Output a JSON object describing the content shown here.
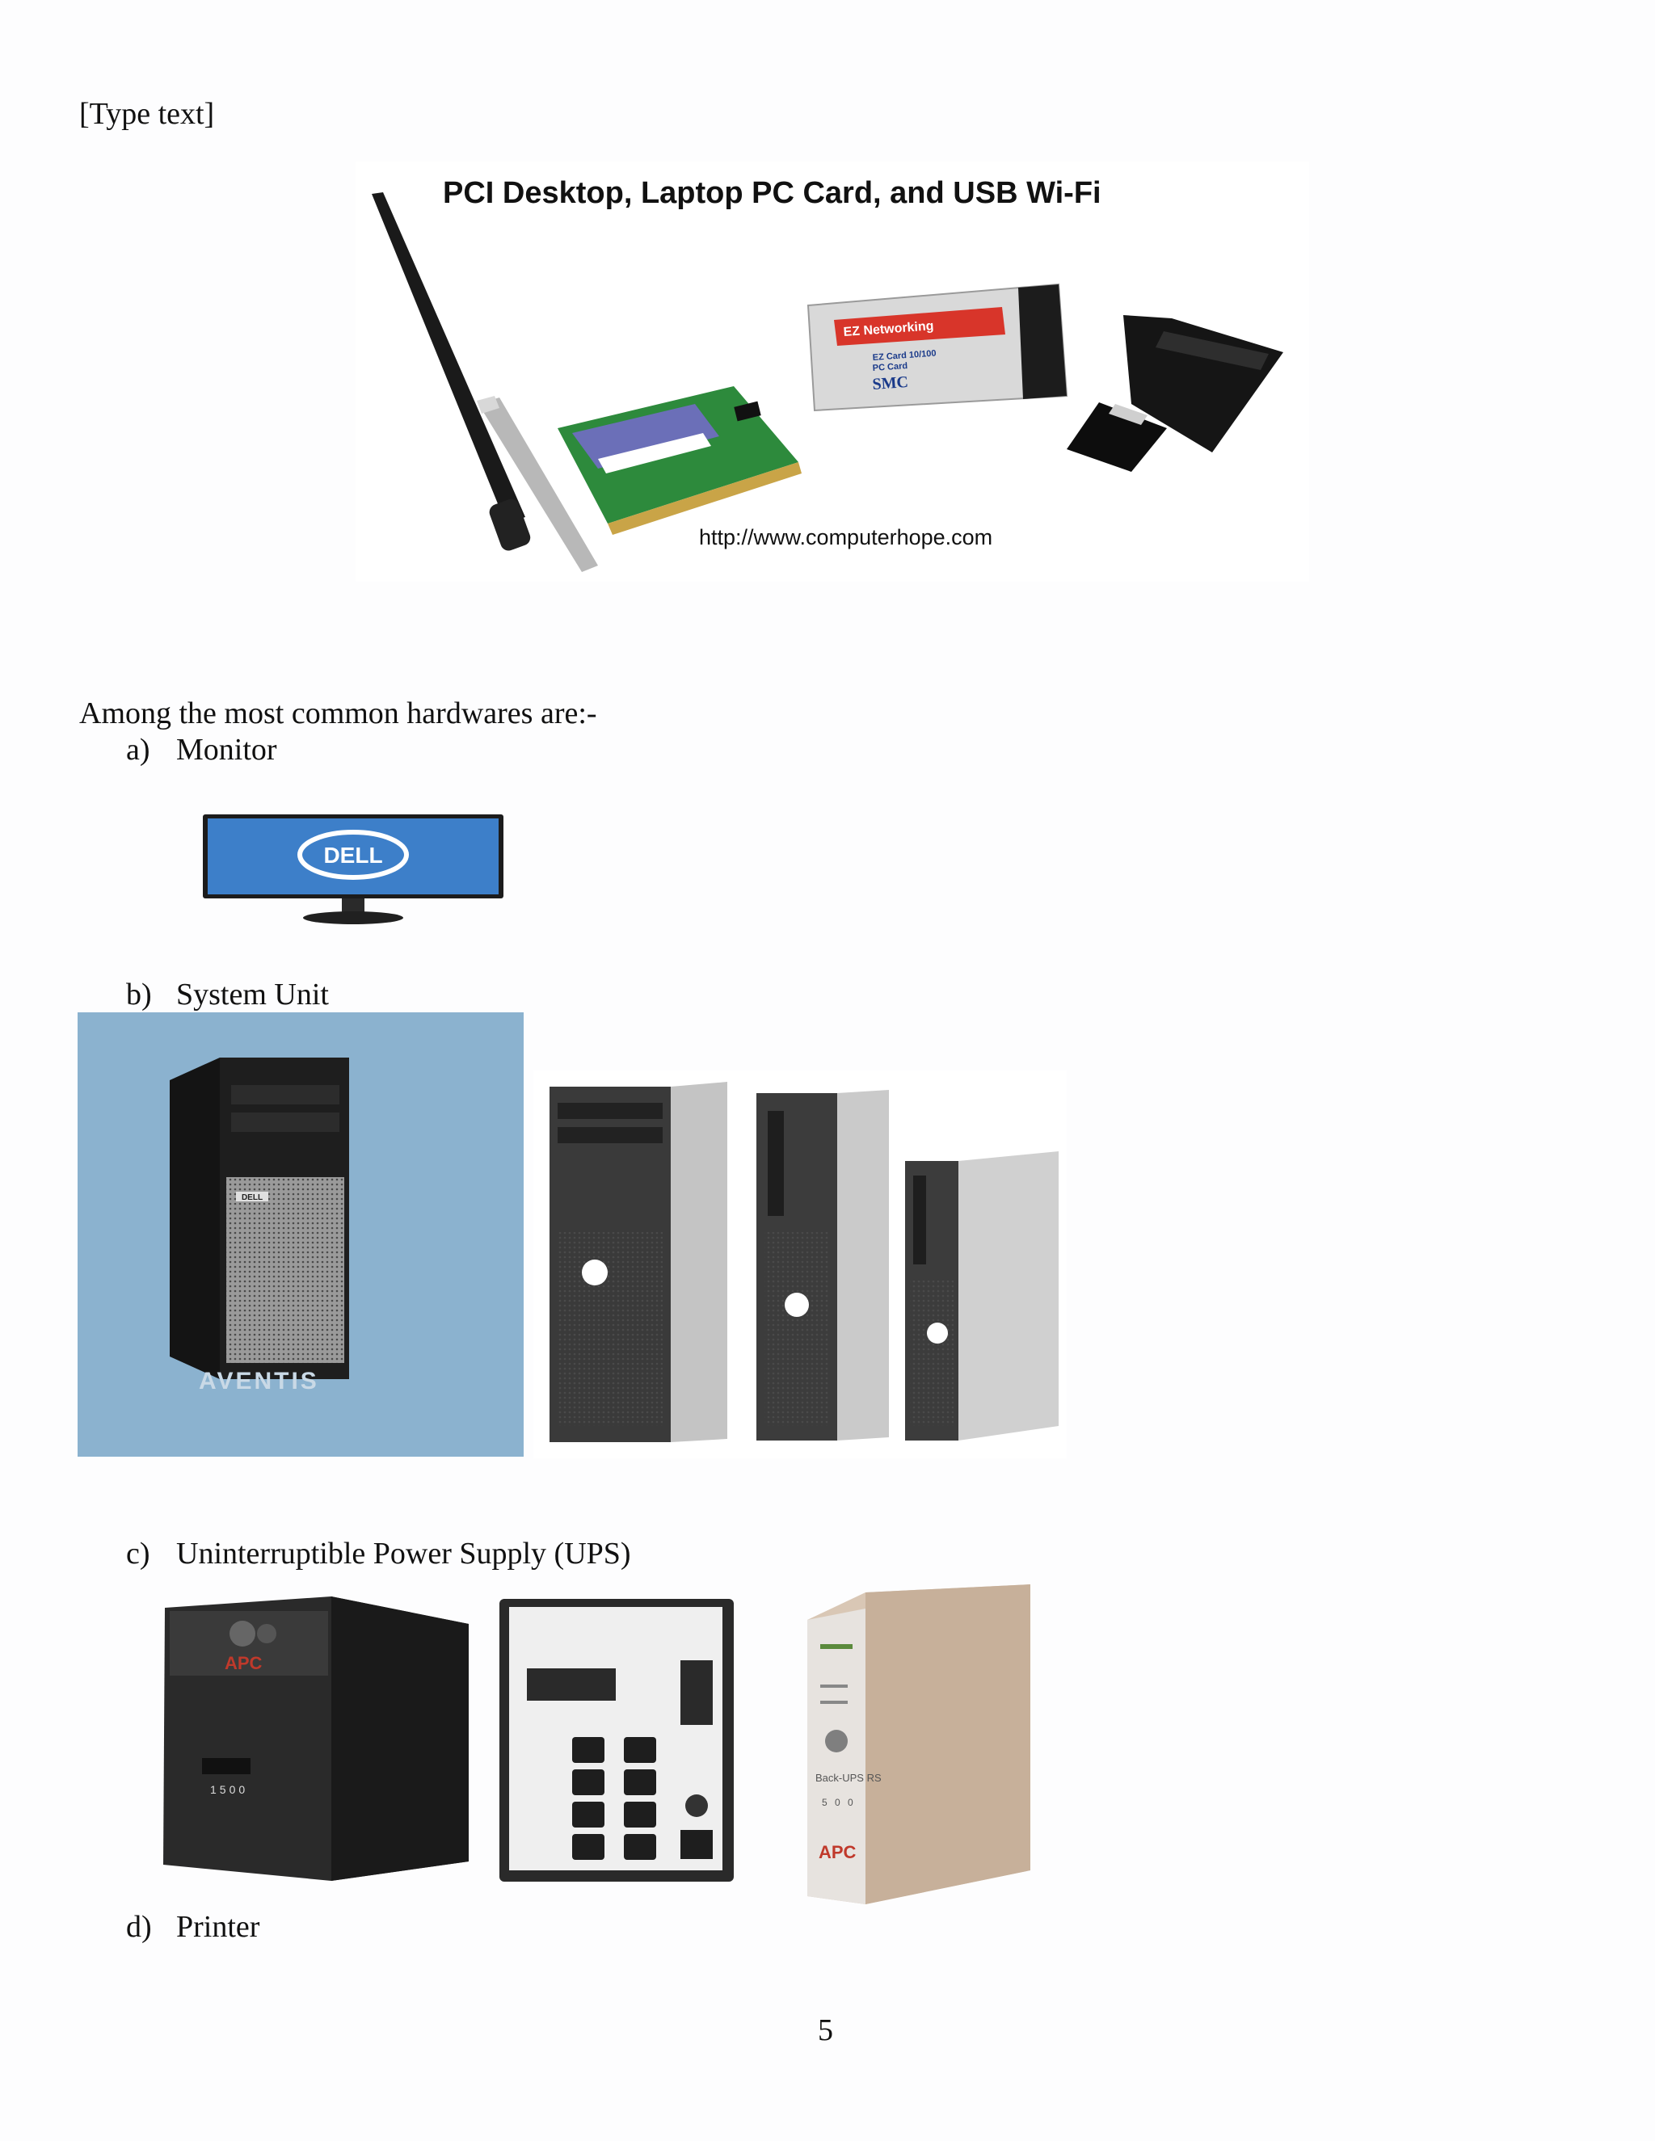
{
  "header": {
    "placeholder": "[Type text]"
  },
  "wifi_figure": {
    "title": "PCI Desktop, Laptop PC Card, and USB Wi-Fi",
    "url": "http://www.computerhope.com",
    "pc_card_brand_label": "EZ Networking",
    "pc_card_line1": "EZ Card 10/100",
    "pc_card_line2": "PC Card",
    "pc_card_maker": "SMC"
  },
  "intro": "Among the most common hardwares are:-",
  "items": [
    {
      "marker": "a)",
      "label": "Monitor"
    },
    {
      "marker": "b)",
      "label": "System Unit"
    },
    {
      "marker": "c)",
      "label": "Uninterruptible Power Supply (UPS)"
    },
    {
      "marker": "d)",
      "label": "Printer"
    }
  ],
  "monitor_figure": {
    "logo": "DELL"
  },
  "system_unit_figure": {
    "watermark": "AVENTIS",
    "badge": "DELL"
  },
  "ups_figure": {
    "logo": "APC",
    "model": "Back-UPS RS",
    "rating": "5 0 0",
    "front_model": "1500"
  },
  "page_number": "5"
}
